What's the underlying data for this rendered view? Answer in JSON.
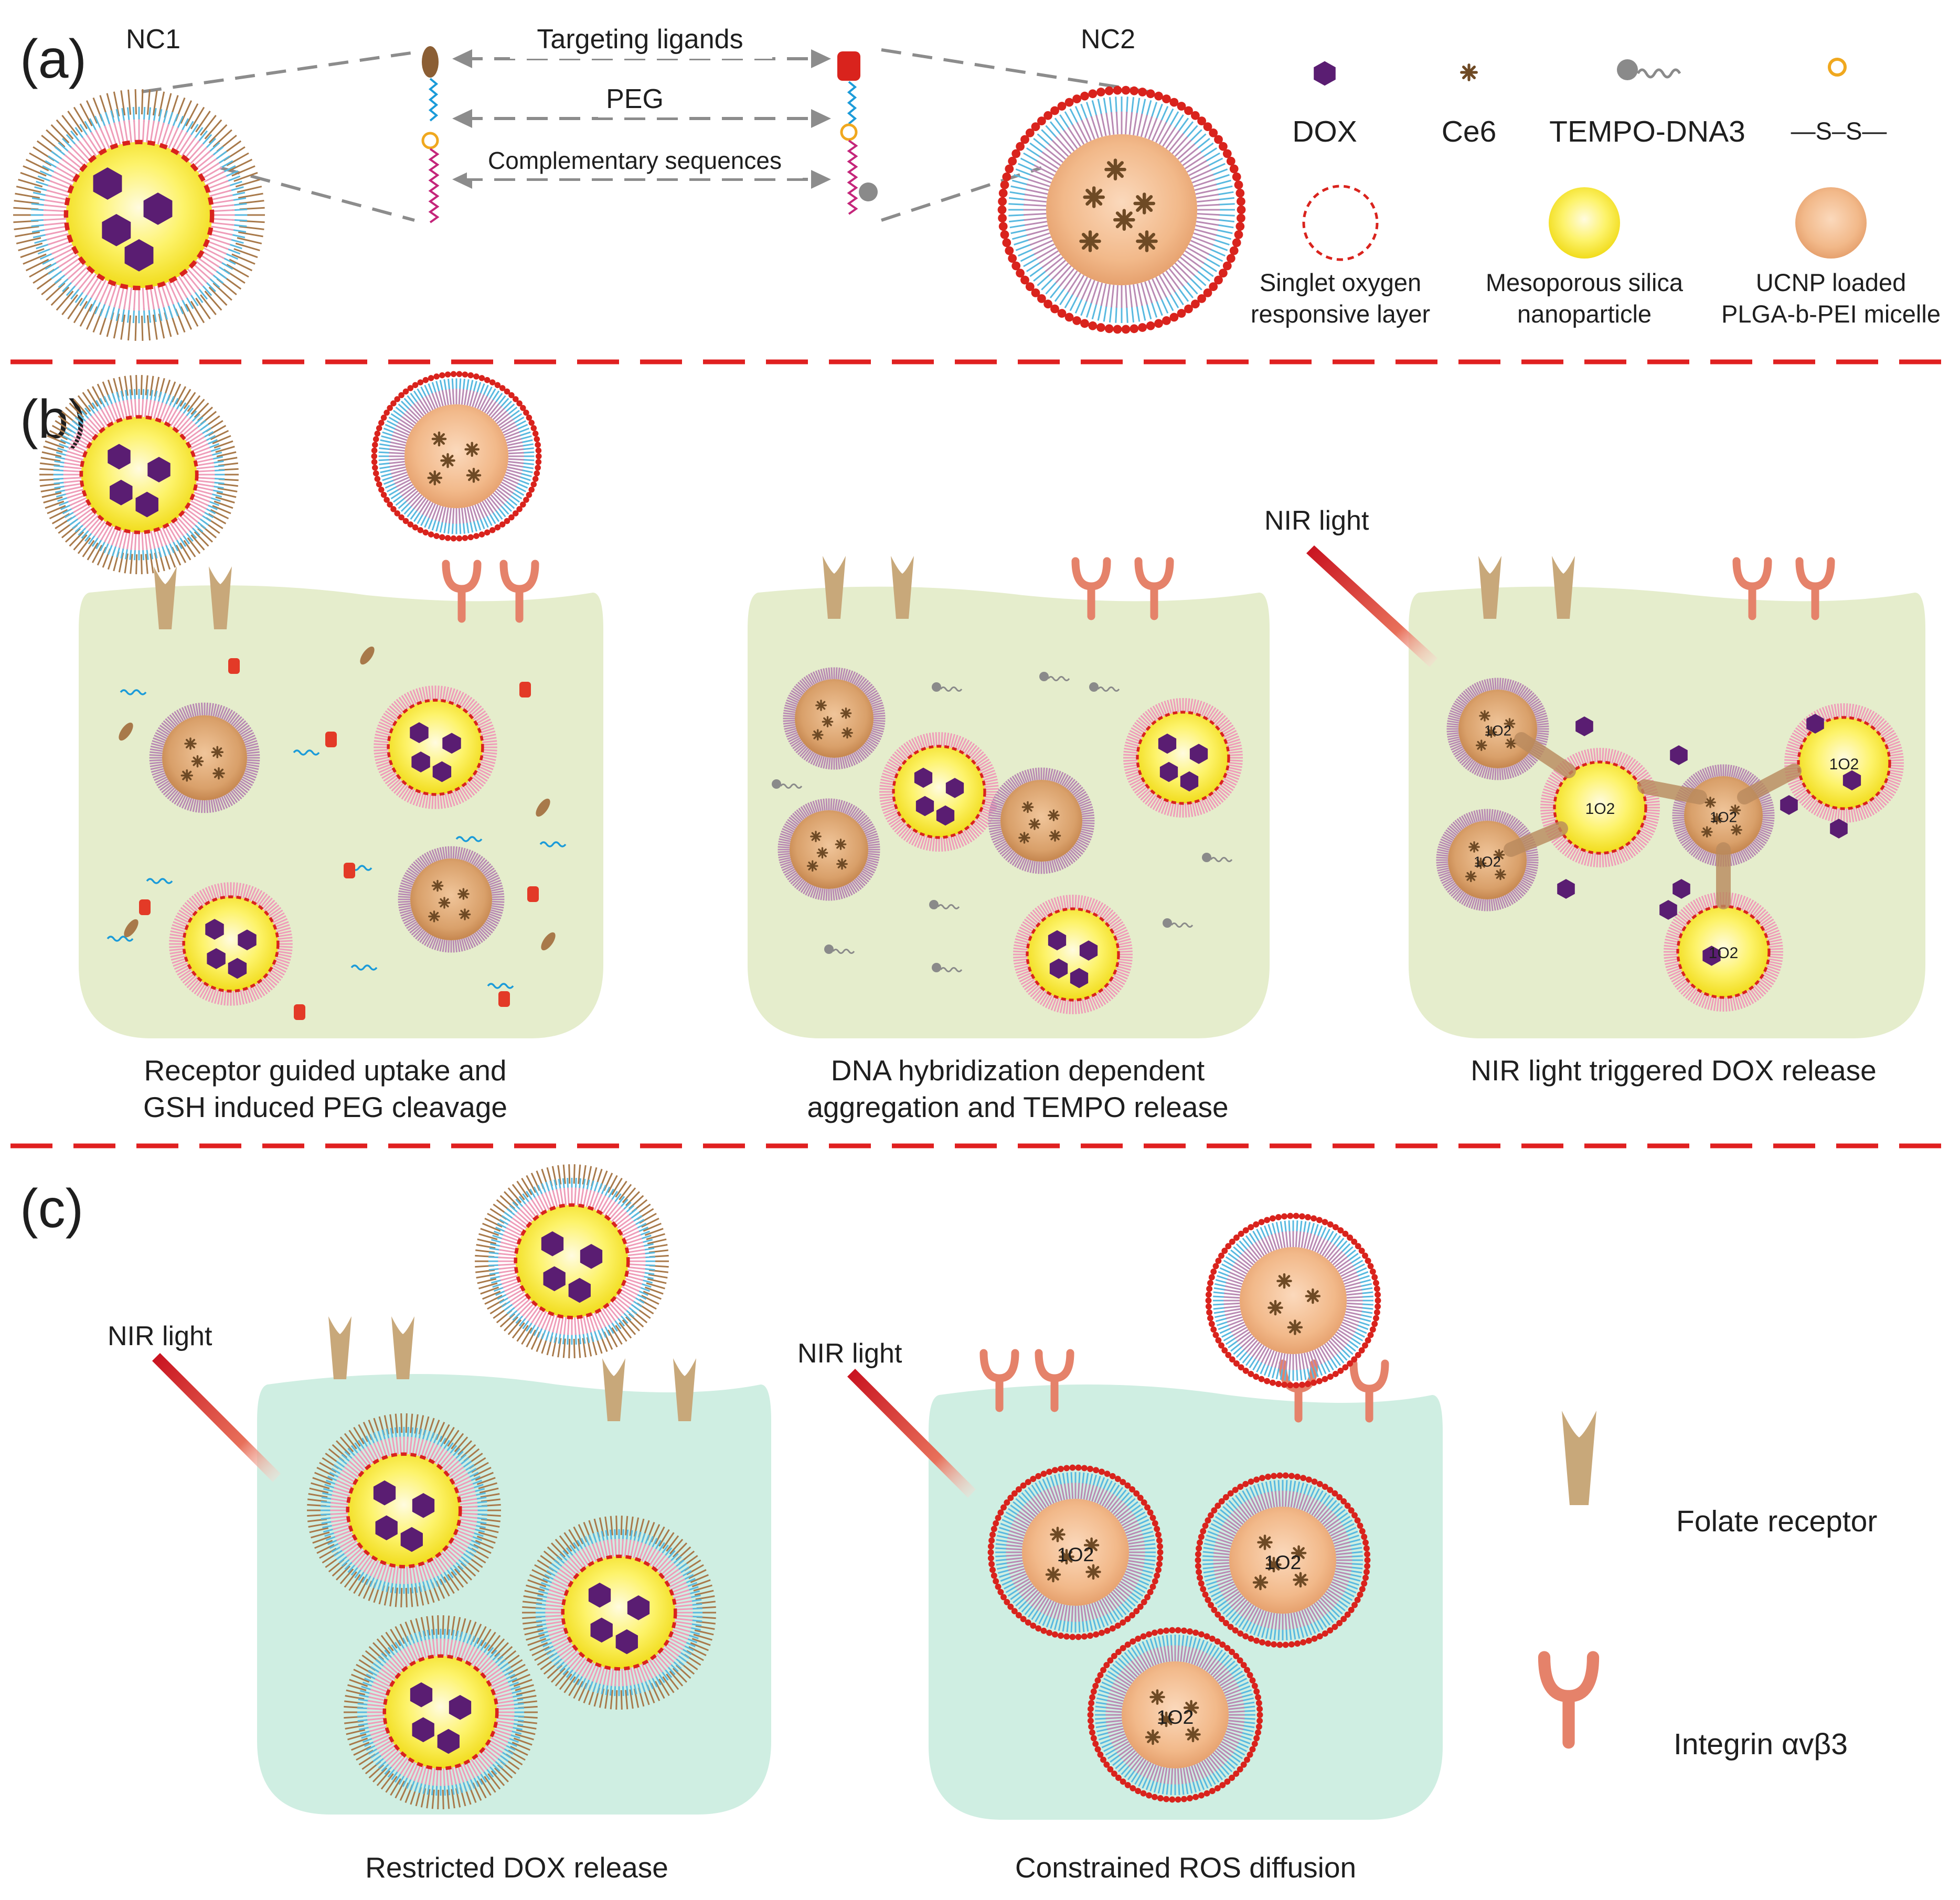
{
  "panels": {
    "a": {
      "label": "(a)",
      "nc1_label": "NC1",
      "nc2_label": "NC2",
      "arrow_labels": {
        "targeting": "Targeting ligands",
        "peg": "PEG",
        "complementary": "Complementary sequences"
      },
      "legend": {
        "dox": "DOX",
        "ce6": "Ce6",
        "tempo": "TEMPO-DNA3",
        "ss": "—S–S—",
        "singlet_line1": "Singlet oxygen",
        "singlet_line2": "responsive layer",
        "silica_line1": "Mesoporous silica",
        "silica_line2": "nanoparticle",
        "ucnp_line1": "UCNP loaded",
        "ucnp_line2": "PLGA-b-PEI micelle"
      }
    },
    "b": {
      "label": "(b)",
      "nir_label": "NIR light",
      "singlet_text": "1O2",
      "cap1_line1": "Receptor guided uptake and",
      "cap1_line2": "GSH induced PEG cleavage",
      "cap2_line1": "DNA hybridization dependent",
      "cap2_line2": "aggregation and TEMPO release",
      "cap3": "NIR light triggered DOX release"
    },
    "c": {
      "label": "(c)",
      "nir_label1": "NIR light",
      "nir_label2": "NIR light",
      "cap1": "Restricted DOX release",
      "cap2": "Constrained ROS diffusion",
      "legend_folate": "Folate receptor",
      "legend_integrin": "Integrin αvβ3"
    }
  },
  "colors": {
    "divider": "#e02020",
    "cell_b": "#e5edcc",
    "cell_c": "#cfeee2",
    "silica": "#fbf24a",
    "ucnp": "#f2b98a",
    "dox": "#5a1d72",
    "ce6": "#6e4a25",
    "red_layer": "#d9231d",
    "folate": "#c8a87a",
    "integrin": "#e5826a",
    "ligand_red": "#e33a27"
  }
}
